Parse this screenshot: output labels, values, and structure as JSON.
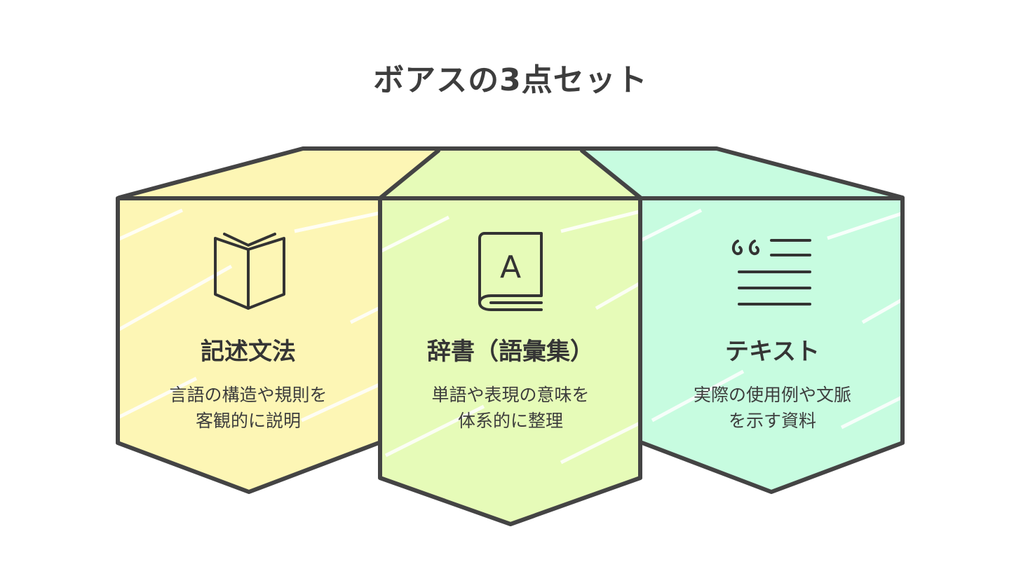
{
  "title": "ボアスの3点セット",
  "colors": {
    "outline": "#444444",
    "card1_fill": "#fdf6b5",
    "card2_fill": "#e6fbb8",
    "card3_fill": "#c7fce0"
  },
  "cards": [
    {
      "icon": "open-book-icon",
      "heading": "記述文法",
      "desc_line1": "言語の構造や規則を",
      "desc_line2": "客観的に説明"
    },
    {
      "icon": "dictionary-book-icon",
      "heading": "辞書（語彙集）",
      "desc_line1": "単語や表現の意味を",
      "desc_line2": "体系的に整理",
      "icon_letter": "A"
    },
    {
      "icon": "quote-text-icon",
      "heading": "テキスト",
      "desc_line1": "実際の使用例や文脈",
      "desc_line2": "を示す資料"
    }
  ]
}
